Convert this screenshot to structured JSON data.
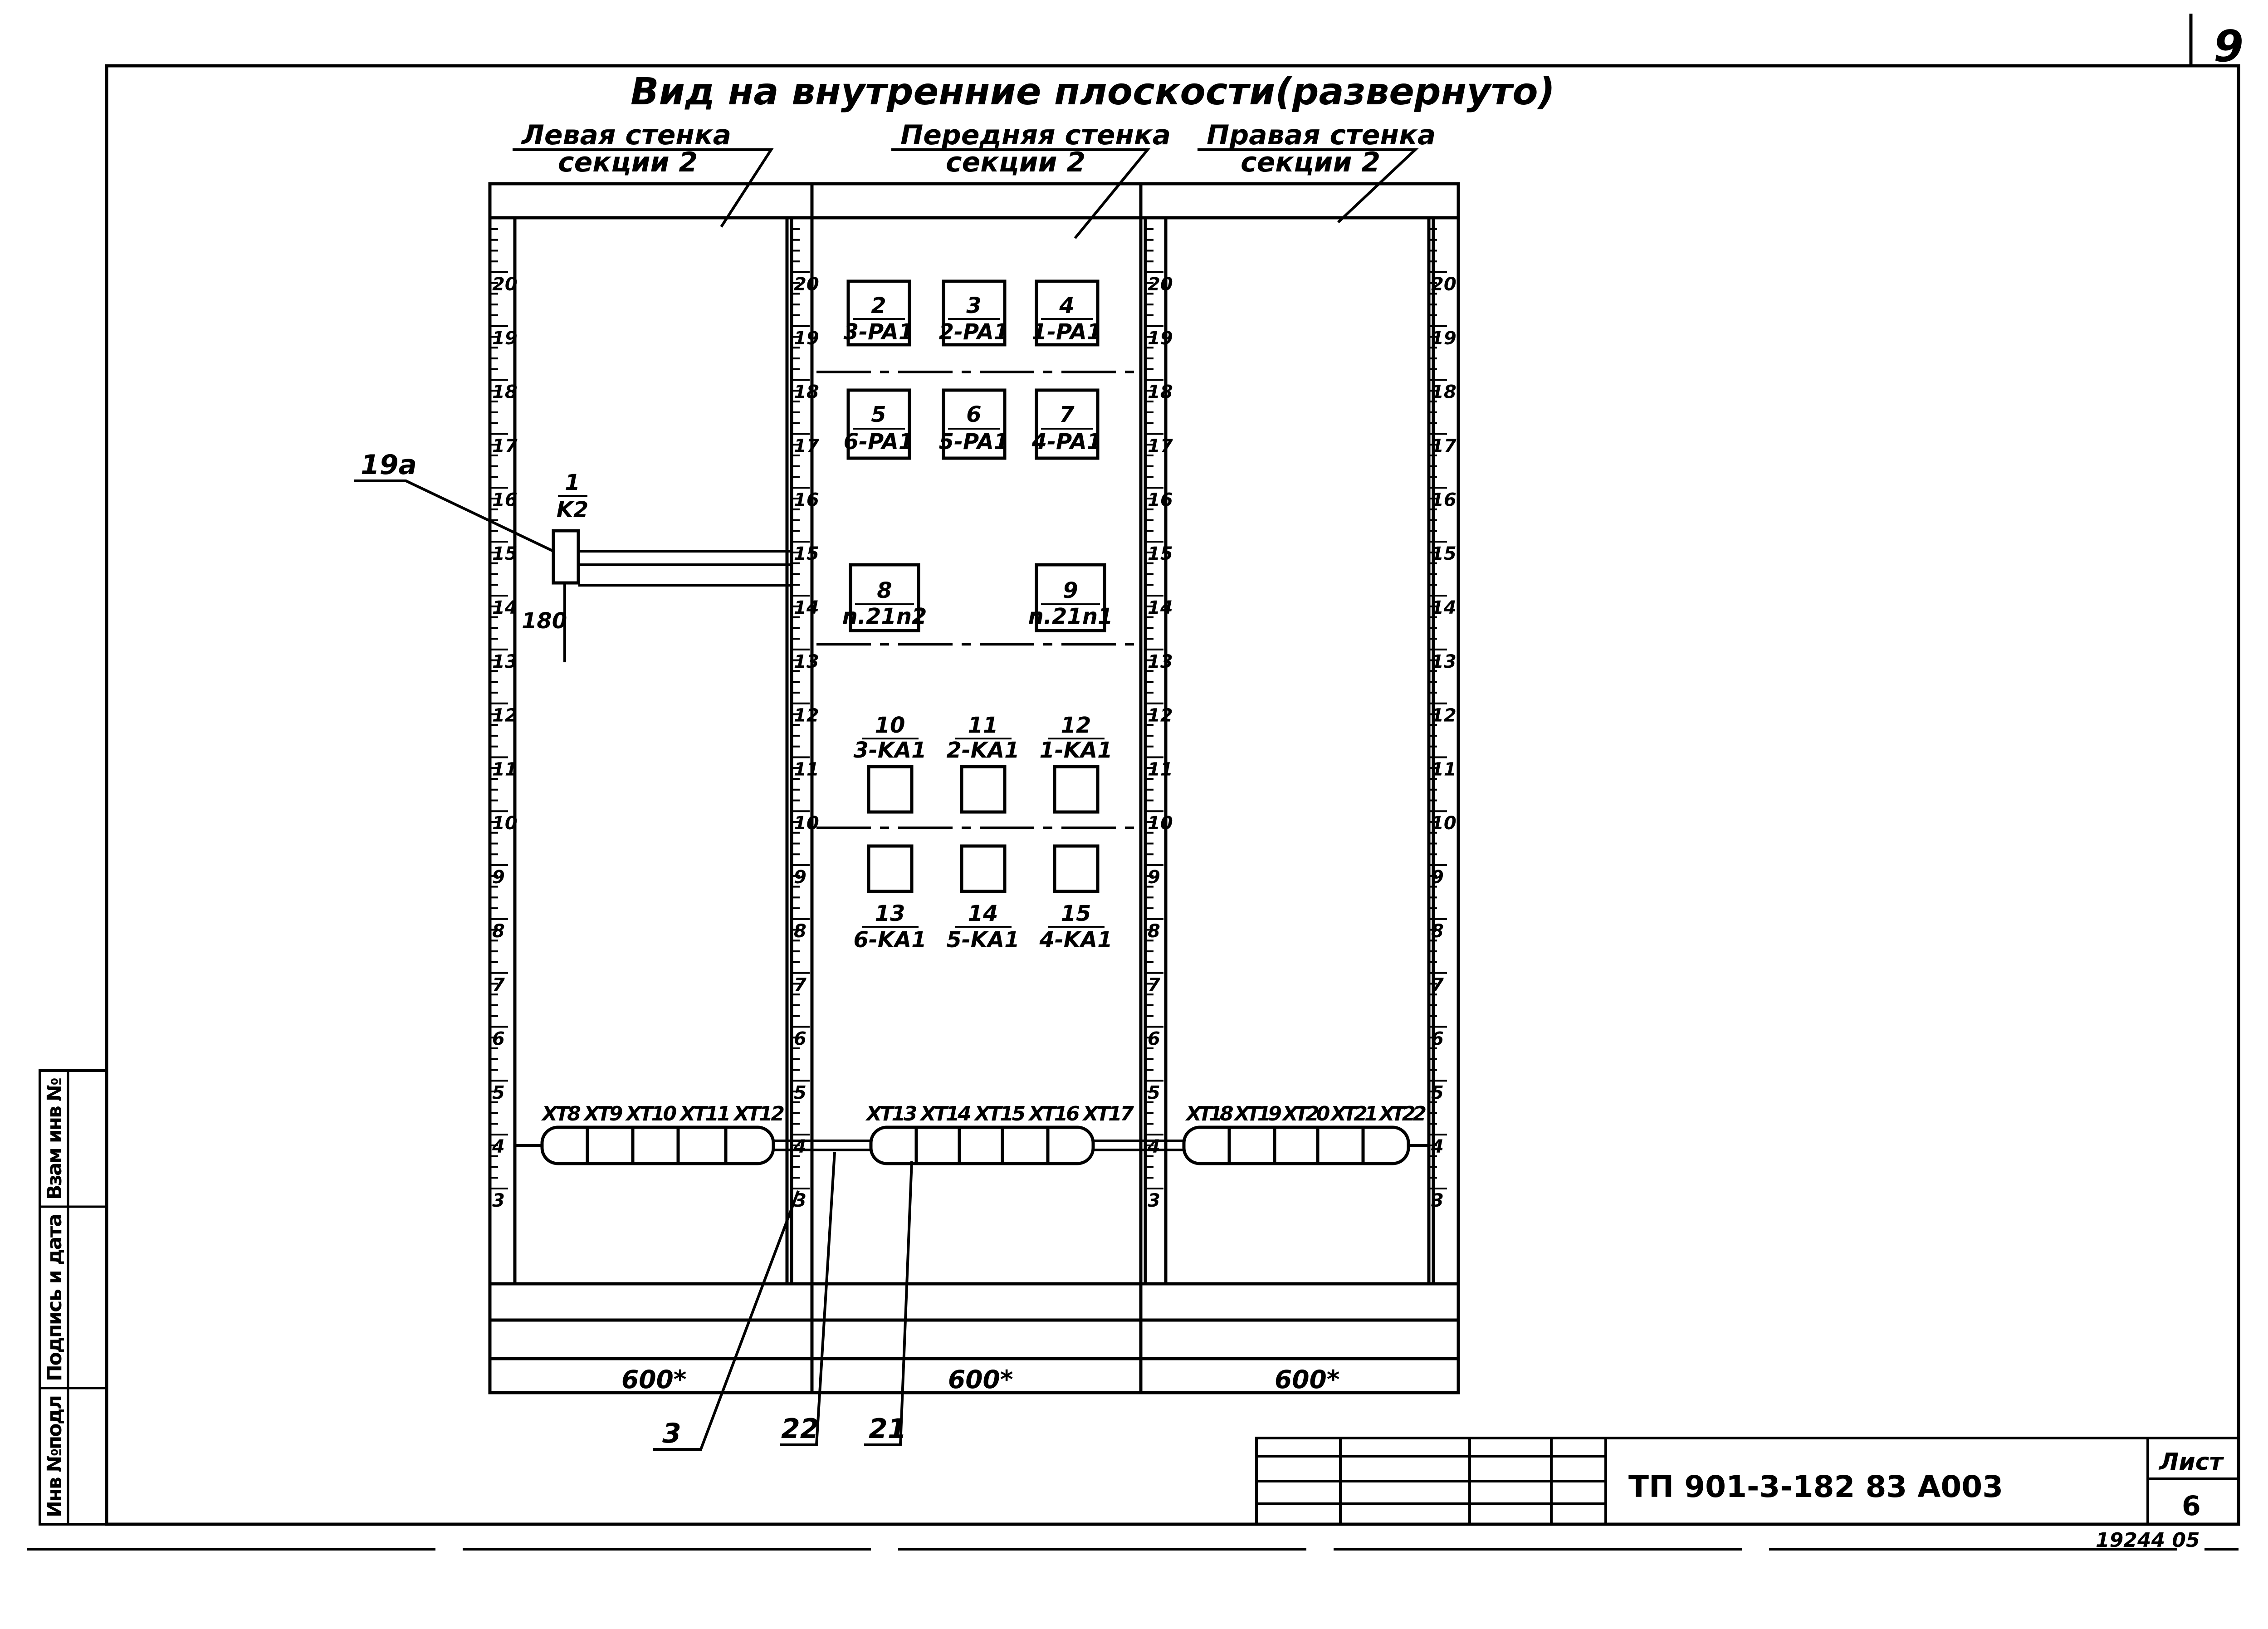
{
  "sheet_number_corner": "9",
  "title": "Вид на внутренние плоскости(развернуто)",
  "sections": [
    {
      "line1": "Левая стенка",
      "line2": "секции 2",
      "dimension": "600*"
    },
    {
      "line1": "Передняя стенка",
      "line2": "секции 2",
      "dimension": "600*"
    },
    {
      "line1": "Правая стенка",
      "line2": "секции 2",
      "dimension": "600*"
    }
  ],
  "scale_labels": [
    "3",
    "4",
    "5",
    "6",
    "7",
    "8",
    "9",
    "10",
    "11",
    "12",
    "13",
    "14",
    "15",
    "16",
    "17",
    "18",
    "19",
    "20"
  ],
  "devices": [
    {
      "num": "2",
      "code": "3-PA1"
    },
    {
      "num": "3",
      "code": "2-PA1"
    },
    {
      "num": "4",
      "code": "1-PA1"
    },
    {
      "num": "5",
      "code": "6-PA1"
    },
    {
      "num": "6",
      "code": "5-PA1"
    },
    {
      "num": "7",
      "code": "4-PA1"
    },
    {
      "num": "8",
      "code": "n.21n2"
    },
    {
      "num": "9",
      "code": "n.21n1"
    },
    {
      "num": "10",
      "code": "3-KA1"
    },
    {
      "num": "11",
      "code": "2-KA1"
    },
    {
      "num": "12",
      "code": "1-KA1"
    },
    {
      "num": "13",
      "code": "6-KA1"
    },
    {
      "num": "14",
      "code": "5-KA1"
    },
    {
      "num": "15",
      "code": "4-KA1"
    }
  ],
  "left_device": {
    "num": "1",
    "code": "K2",
    "dim": "180"
  },
  "terminal_labels_left": "XT8 XT9 XT10 XT11 XT12",
  "terminal_labels_front": "XT13 XT14 XT15 XT16 XT17",
  "terminal_labels_right": "XT18 XT19 XT20 XT21 XT22",
  "callouts": {
    "c19a": "19a",
    "c3": "3",
    "c22": "22",
    "c21": "21"
  },
  "stamp": {
    "designation": "ТП 901-3-182 83   А003",
    "sheet_label": "Лист",
    "sheet_value": "6",
    "inv_number": "19244 05"
  },
  "side_stamp": {
    "inv_orig": "Инв №подл",
    "sign_date": "Подпись и дата",
    "replace_inv": "Взам инв №"
  },
  "colors": {
    "ink": "#000000",
    "paper": "#ffffff"
  }
}
